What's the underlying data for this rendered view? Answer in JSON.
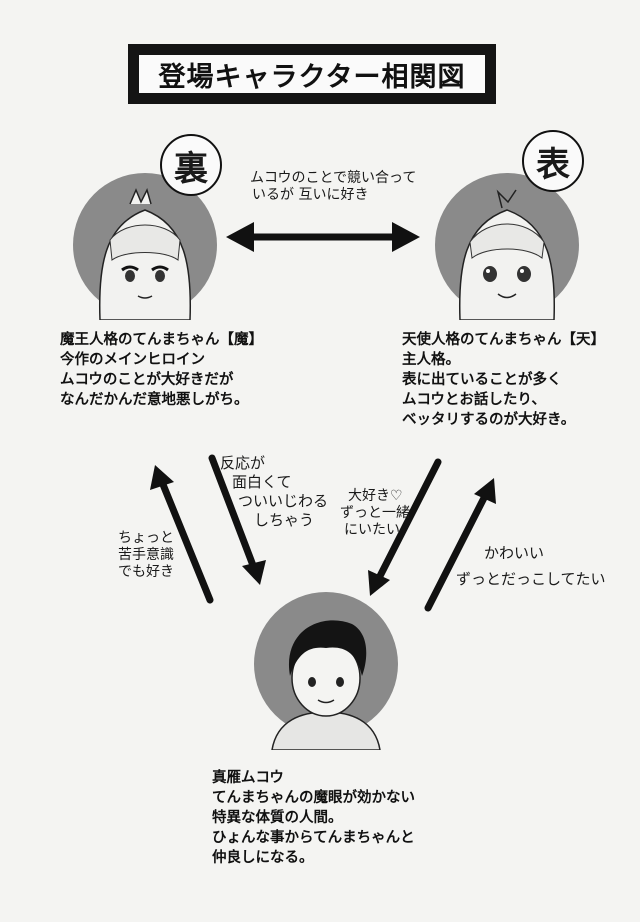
{
  "title": "登場キャラクター相関図",
  "characters": {
    "ura": {
      "badge": "裏",
      "lines": [
        "魔王人格のてんまちゃん【魔】",
        "今作のメインヒロイン",
        "ムコウのことが大好きだが",
        "なんだかんだ意地悪しがち。"
      ]
    },
    "omote": {
      "badge": "表",
      "lines": [
        "天使人格のてんまちゃん【天】",
        "主人格。",
        "表に出ていることが多く",
        "ムコウとお話したり、",
        "ベッタリするのが大好き。"
      ]
    },
    "mukou": {
      "lines": [
        "真雁ムコウ",
        "てんまちゃんの魔眼が効かない",
        "特異な体質の人間。",
        "ひょんな事からてんまちゃんと",
        "仲良しになる。"
      ]
    }
  },
  "relations": {
    "top": [
      "ムコウのことで競い合って",
      "いるが 互いに好き"
    ],
    "ura_to_mukou": [
      "反応が",
      "面白くて",
      "ついいじわる",
      "しちゃう"
    ],
    "mukou_to_ura": [
      "ちょっと",
      "苦手意識",
      "でも好き"
    ],
    "omote_to_mukou": [
      "大好き♡",
      "ずっと一緒",
      "にいたい"
    ],
    "mukou_to_omote": [
      "かわいい",
      "ずっとだっこしてたい"
    ]
  }
}
